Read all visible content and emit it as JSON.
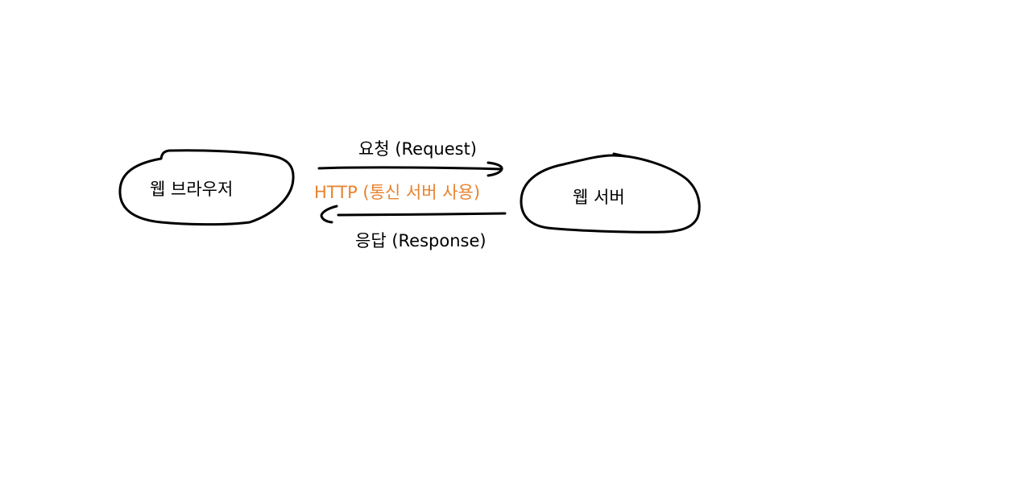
{
  "nodes": {
    "browser": {
      "label": "웹 브라우저"
    },
    "server": {
      "label": "웹 서버"
    }
  },
  "edges": {
    "request": {
      "label": "요청 (Request)",
      "direction": "browser-to-server"
    },
    "response": {
      "label": "응답 (Response)",
      "direction": "server-to-browser"
    }
  },
  "protocol": {
    "label": "HTTP (통신 서버 사용)"
  },
  "colors": {
    "stroke": "#000000",
    "text": "#000000",
    "protocol": "#E8822E",
    "background": "#ffffff"
  }
}
